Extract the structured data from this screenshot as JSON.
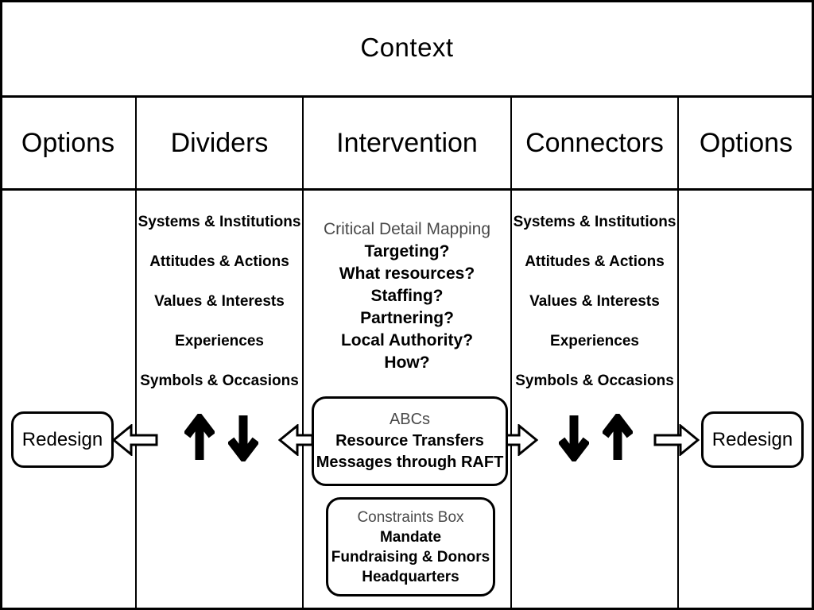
{
  "title": "Context",
  "headers": {
    "options_left": "Options",
    "dividers": "Dividers",
    "intervention": "Intervention",
    "connectors": "Connectors",
    "options_right": "Options"
  },
  "dividers_items": [
    "Systems & Institutions",
    "Attitudes & Actions",
    "Values & Interests",
    "Experiences",
    "Symbols & Occasions"
  ],
  "connectors_items": [
    "Systems & Institutions",
    "Attitudes & Actions",
    "Values & Interests",
    "Experiences",
    "Symbols & Occasions"
  ],
  "intervention": {
    "mapping_title": "Critical Detail Mapping",
    "questions": [
      "Targeting?",
      "What resources?",
      "Staffing?",
      "Partnering?",
      "Local Authority?",
      "How?"
    ],
    "abc_box": {
      "title": "ABCs",
      "lines": [
        "Resource Transfers",
        "Messages through RAFT"
      ]
    },
    "constraints_box": {
      "title": "Constraints Box",
      "lines": [
        "Mandate",
        "Fundraising & Donors",
        "Headquarters"
      ]
    }
  },
  "redesign": {
    "left": "Redesign",
    "right": "Redesign"
  },
  "icons": {
    "solid_up_arrow": "solid-up-arrow",
    "solid_down_arrow": "solid-down-arrow",
    "hollow_left_arrow": "hollow-left-arrow",
    "hollow_right_arrow": "hollow-right-arrow"
  },
  "colors": {
    "background": "#ffffff",
    "line": "#000000",
    "text": "#000000",
    "muted_label": "#4a4a4a"
  }
}
